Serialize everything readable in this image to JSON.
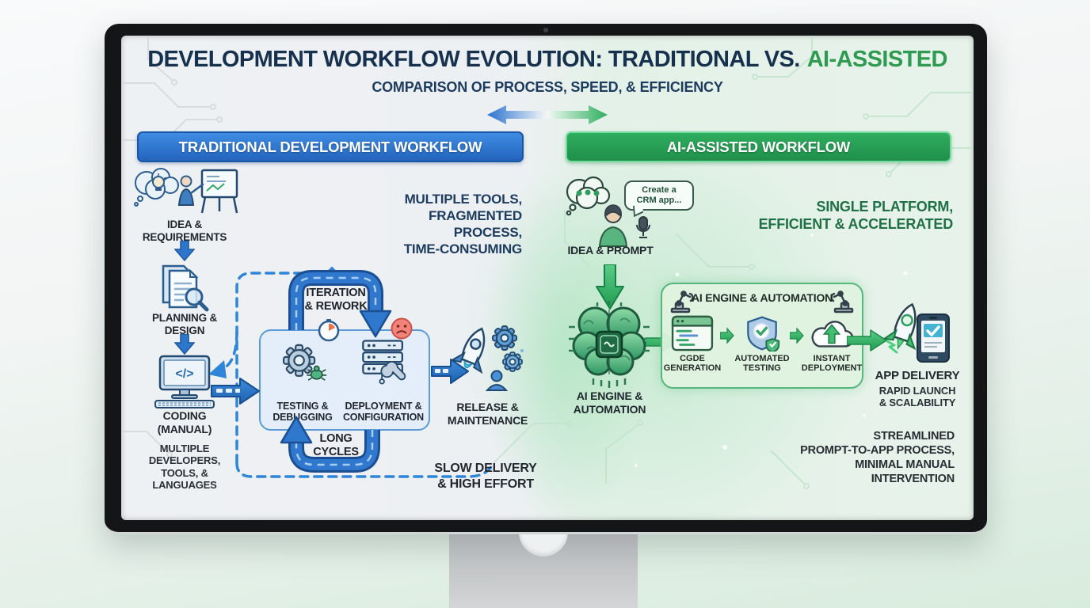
{
  "header": {
    "title_main": "DEVELOPMENT WORKFLOW EVOLUTION: TRADITIONAL VS.",
    "title_accent": "AI-ASSISTED",
    "subtitle": "COMPARISON OF PROCESS, SPEED, & EFFICIENCY"
  },
  "banners": {
    "traditional": "TRADITIONAL DEVELOPMENT WORKFLOW",
    "ai": "AI-ASSISTED WORKFLOW"
  },
  "traditional": {
    "summary_top": "MULTIPLE TOOLS,\nFRAGMENTED PROCESS,\nTIME-CONSUMING",
    "summary_bottom": "SLOW DELIVERY\n& HIGH EFFORT",
    "steps": [
      {
        "label": "IDEA &\nREQUIREMENTS"
      },
      {
        "label": "PLANNING &\nDESIGN"
      },
      {
        "label": "CODING\n(MANUAL)",
        "note": "MULTIPLE\nDEVELOPERS,\nTOOLS, &\nLANGUAGES"
      }
    ],
    "loop_top_label": "ITERATION\n& REWORK",
    "loop_bottom_label": "LONG\nCYCLES",
    "box_steps": [
      {
        "label": "TESTING &\nDEBUGGING"
      },
      {
        "label": "DEPLOYMENT &\nCONFIGURATION"
      }
    ],
    "release_label": "RELEASE &\nMAINTENANCE"
  },
  "ai": {
    "summary_top": "SINGLE PLATFORM,\nEFFICIENT & ACCELERATED",
    "summary_bottom": "STREAMLINED\nPROMPT-TO-APP PROCESS,\nMINIMAL MANUAL\nINTERVENTION",
    "speech_bubble": "Create a\nCRM app...",
    "idea_label": "IDEA & PROMPT",
    "engine_label": "AI ENGINE &\nAUTOMATION",
    "box_title": "AI ENGINE & AUTOMATION",
    "box_steps": [
      {
        "label": "CGDE\nGENERATION"
      },
      {
        "label": "AUTOMATED\nTESTING"
      },
      {
        "label": "INSTANT\nDEPLOYMENT"
      }
    ],
    "delivery_label": "APP DELIVERY",
    "delivery_note": "RAPID LAUNCH\n& SCALABILITY"
  },
  "colors": {
    "title_navy": "#16314e",
    "title_green": "#2e9b50",
    "banner_blue": "#2e7ccc",
    "banner_green": "#27a257",
    "flow_blue": "#2a72c8",
    "flow_green": "#2eb061",
    "summary_green": "#1f7044",
    "text_dark": "#21272e"
  }
}
